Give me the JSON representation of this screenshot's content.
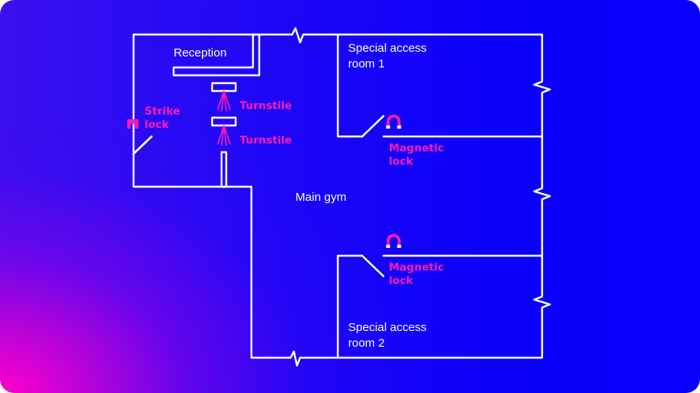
{
  "labels": {
    "reception": "Reception",
    "special_room_1_line1": "Special access",
    "special_room_1_line2": "room 1",
    "special_room_2_line1": "Special access",
    "special_room_2_line2": "room 2",
    "main_gym": "Main gym",
    "strike_lock_line1": "Strike",
    "strike_lock_line2": "lock",
    "turnstile_1": "Turnstile",
    "turnstile_2": "Turnstile",
    "magnetic_lock_1_line1": "Magnetic",
    "magnetic_lock_1_line2": "lock",
    "magnetic_lock_2_line1": "Magnetic",
    "magnetic_lock_2_line2": "lock"
  },
  "colors": {
    "wall": "#ffffff",
    "accent": "#ff1ab3",
    "background_main": "#0800ff",
    "background_glow": "#ff00c8"
  },
  "icons": {
    "strike_lock": "strike-lock-icon",
    "turnstile": "turnstile-icon",
    "magnetic_lock": "magnet-icon"
  }
}
